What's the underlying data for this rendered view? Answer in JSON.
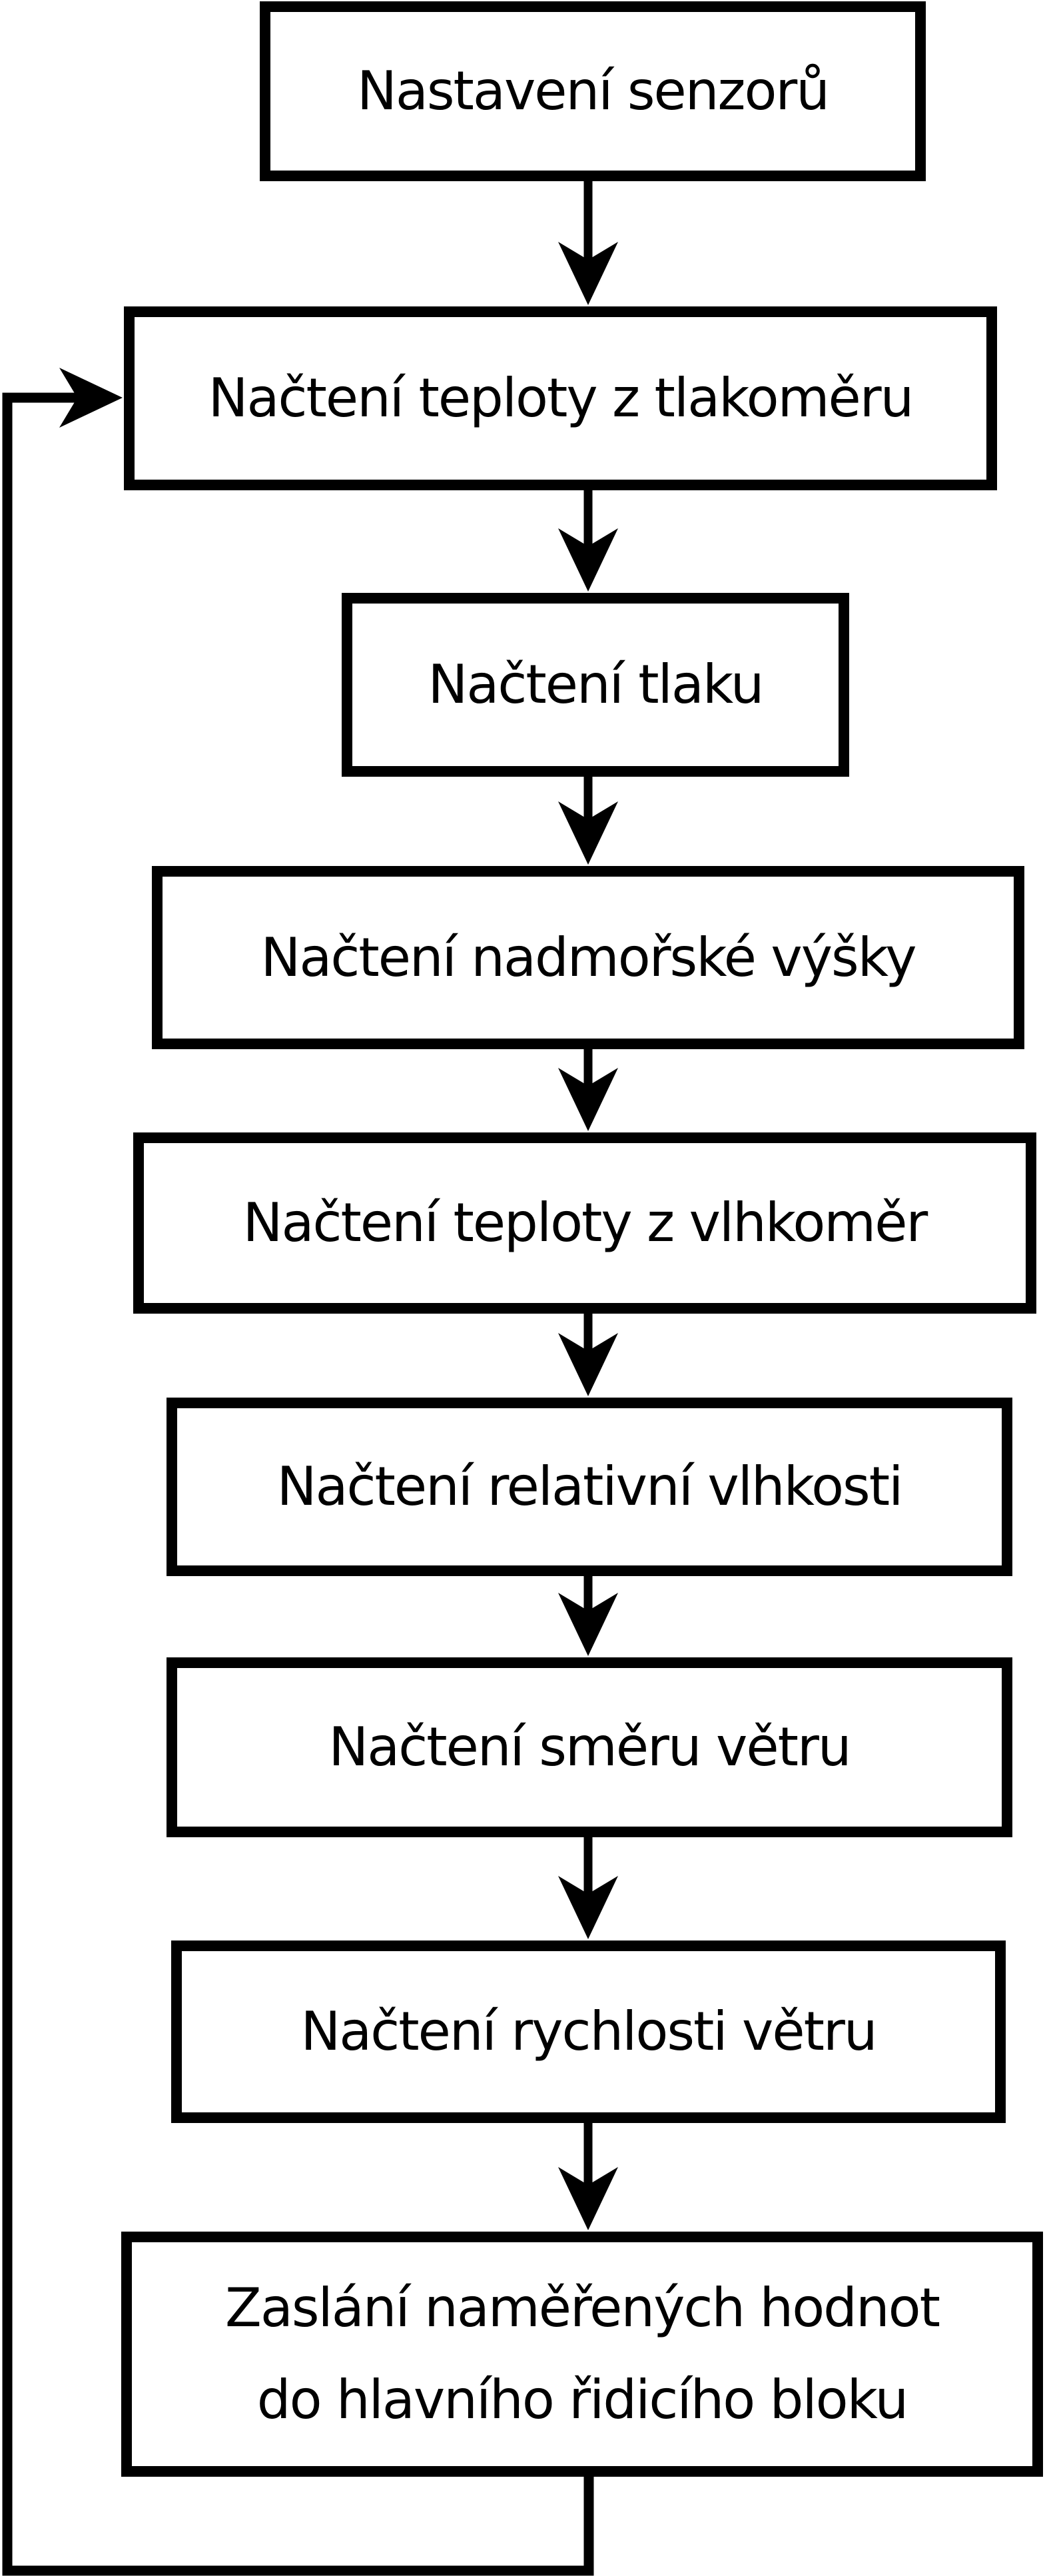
{
  "flowchart": {
    "colors": {
      "background": "#ffffff",
      "box_fill": "#ffffff",
      "stroke": "#000000",
      "text": "#000000"
    },
    "nodes": [
      {
        "id": "nastaveni-senzoru",
        "lines": [
          "Nastavení senzorů"
        ]
      },
      {
        "id": "nacteni-teploty-tlakomer",
        "lines": [
          "Načtení teploty z tlakoměru"
        ]
      },
      {
        "id": "nacteni-tlaku",
        "lines": [
          "Načtení tlaku"
        ]
      },
      {
        "id": "nacteni-nadmorske-vysky",
        "lines": [
          "Načtení nadmořské výšky"
        ]
      },
      {
        "id": "nacteni-teploty-vlhkomer",
        "lines": [
          "Načtení teploty z vlhkoměr"
        ]
      },
      {
        "id": "nacteni-relativni-vlhkosti",
        "lines": [
          "Načtení relativní vlhkosti"
        ]
      },
      {
        "id": "nacteni-smeru-vetru",
        "lines": [
          "Načtení směru větru"
        ]
      },
      {
        "id": "nacteni-rychlosti-vetru",
        "lines": [
          "Načtení rychlosti větru"
        ]
      },
      {
        "id": "zaslani-hodnot",
        "lines": [
          "Zaslání naměřených hodnot",
          "do hlavního řidicího bloku"
        ]
      }
    ]
  }
}
